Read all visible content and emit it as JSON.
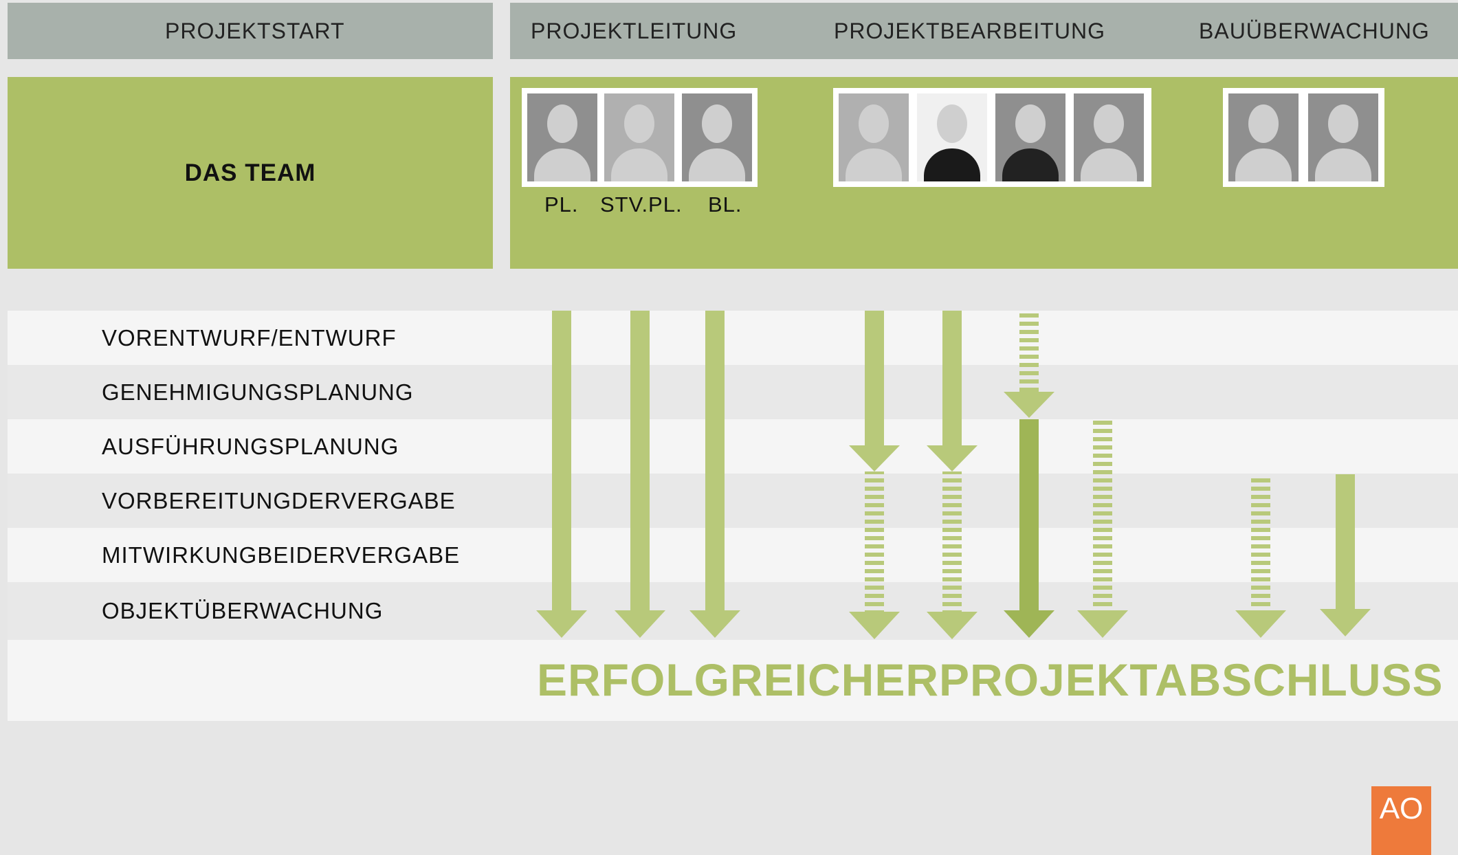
{
  "header": {
    "projektstart": "PROJEKTSTART",
    "projektleitung": "PROJEKTLEITUNG",
    "projektbearbeitung": "PROJEKTBEARBEITUNG",
    "bauueberwachung": "BAUÜBERWACHUNG"
  },
  "team": {
    "title": "DAS TEAM",
    "roles": [
      "PL.",
      "STV.PL.",
      "BL."
    ]
  },
  "phases": [
    "VORENTWURF/ENTWURF",
    "GENEHMIGUNGSPLANUNG",
    "AUSFÜHRUNGSPLANUNG",
    "VORBEREITUNGDERVERGABE",
    "MITWIRKUNGBEIDERVERGABE",
    "OBJEKTÜBERWACHUNG"
  ],
  "closing": "ERFOLGREICHERPROJEKTABSCHLUSS",
  "logo": "AO",
  "colors": {
    "green": "#adbf66",
    "green_dark": "#9fb556",
    "header_gray": "#a8b1ab",
    "orange": "#ee7a3b"
  },
  "photos": {
    "projektleitung": [
      "person-photo",
      "person-photo",
      "person-photo"
    ],
    "projektbearbeitung": [
      "person-photo",
      "person-photo",
      "person-photo",
      "person-photo"
    ],
    "bauueberwachung": [
      "person-photo",
      "person-photo"
    ]
  }
}
